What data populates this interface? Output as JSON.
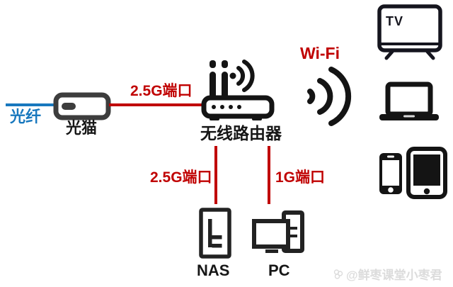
{
  "diagram": {
    "title_context": "home-network-topology",
    "colors": {
      "fiber_blue": "#1878be",
      "port_red": "#c00000",
      "icon_black": "#141414",
      "modem_gray": "#3d3d3d",
      "watermark_gray": "#dcdcdc"
    },
    "nodes": {
      "fiber_label": "光纤",
      "modem_label": "光猫",
      "router_label": "无线路由器",
      "wifi_label": "Wi-Fi",
      "nas_label": "NAS",
      "pc_label": "PC",
      "tv_screen_label": "TV"
    },
    "links": {
      "modem_router_label": "2.5G端口",
      "router_nas_label": "2.5G端口",
      "router_pc_label": "1G端口"
    },
    "icons": {
      "modem": "modem-icon",
      "router": "router-icon",
      "wifi_signal": "wifi-signal-icon",
      "tv": "tv-icon",
      "laptop": "laptop-icon",
      "smartphone": "smartphone-icon",
      "tablet": "tablet-icon",
      "nas": "nas-icon",
      "pc": "pc-icon"
    },
    "watermark": "@鲜枣课堂小枣君"
  }
}
